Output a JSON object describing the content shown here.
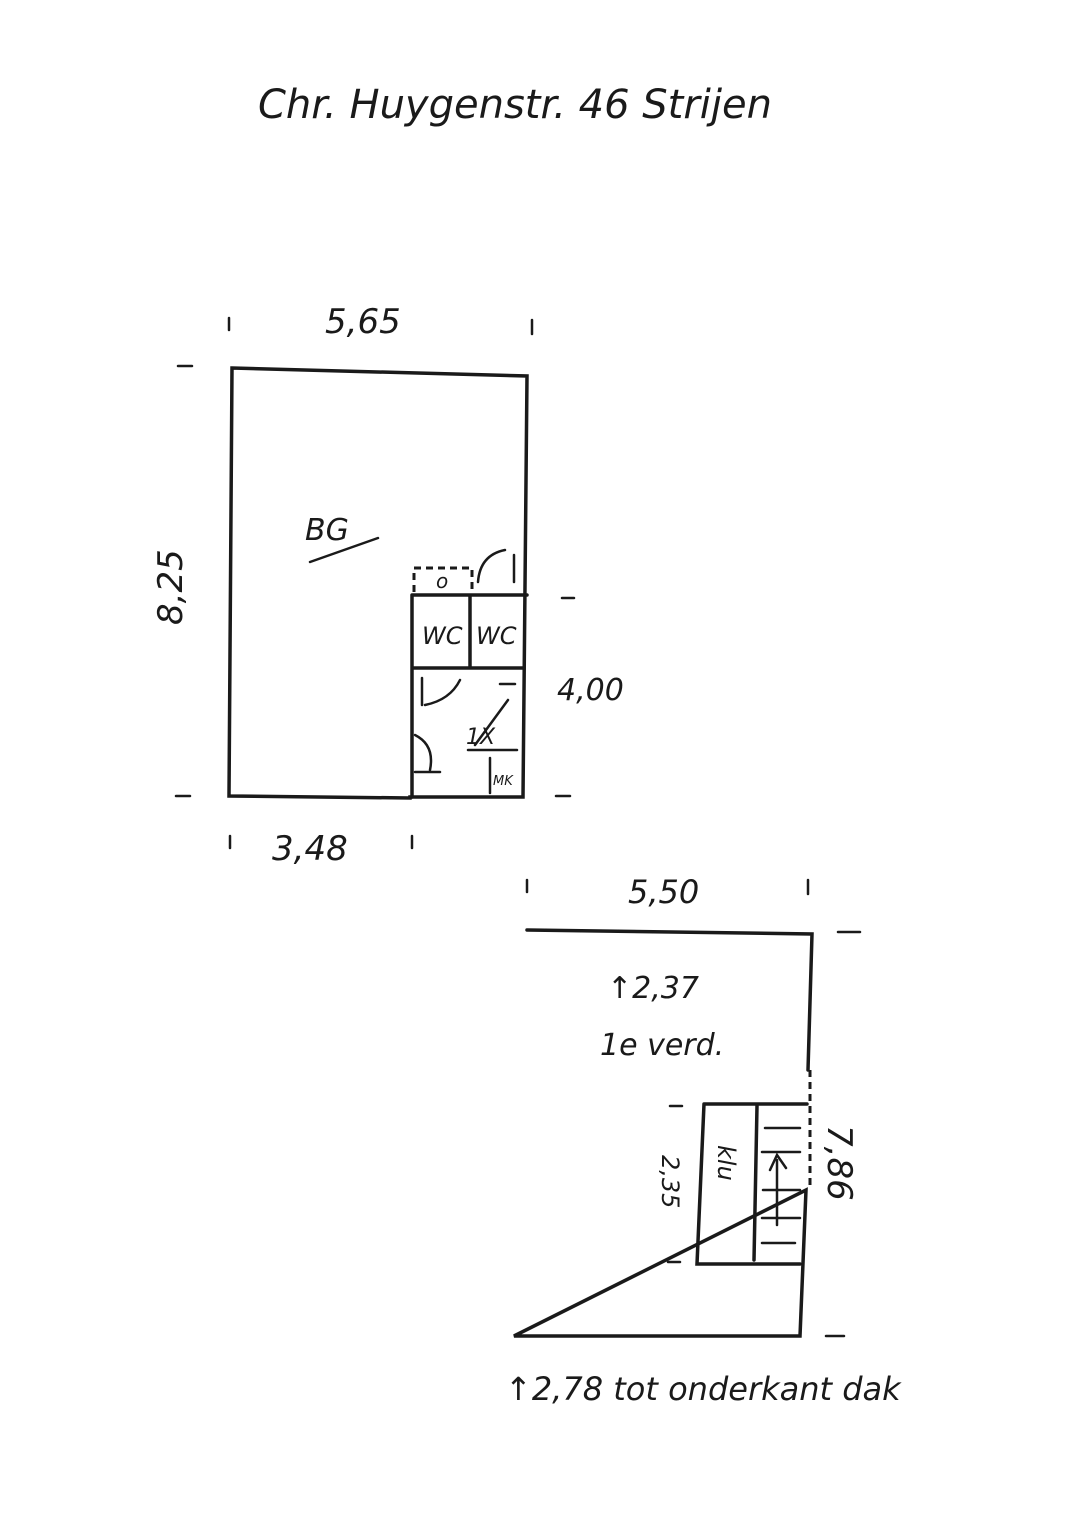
{
  "title": "Chr. Huygenstr. 46 Strijen",
  "ground_floor": {
    "width_label": "5,65",
    "depth_label": "8,25",
    "room_label": "BG",
    "meter_label": "o",
    "wc_labels": [
      "WC",
      "WC"
    ],
    "side_label": "4,00",
    "cupboard_label": "1X",
    "meter_cupboard_label": "MK",
    "bottom_label": "3,48"
  },
  "first_floor": {
    "width_label": "5,50",
    "height_label": "↑2,37",
    "floor_label": "1e verd.",
    "stair_depth_label": "2,35",
    "closet_label": "klu",
    "depth_label": "7,86",
    "note": "↑2,78 tot onderkant dak"
  }
}
